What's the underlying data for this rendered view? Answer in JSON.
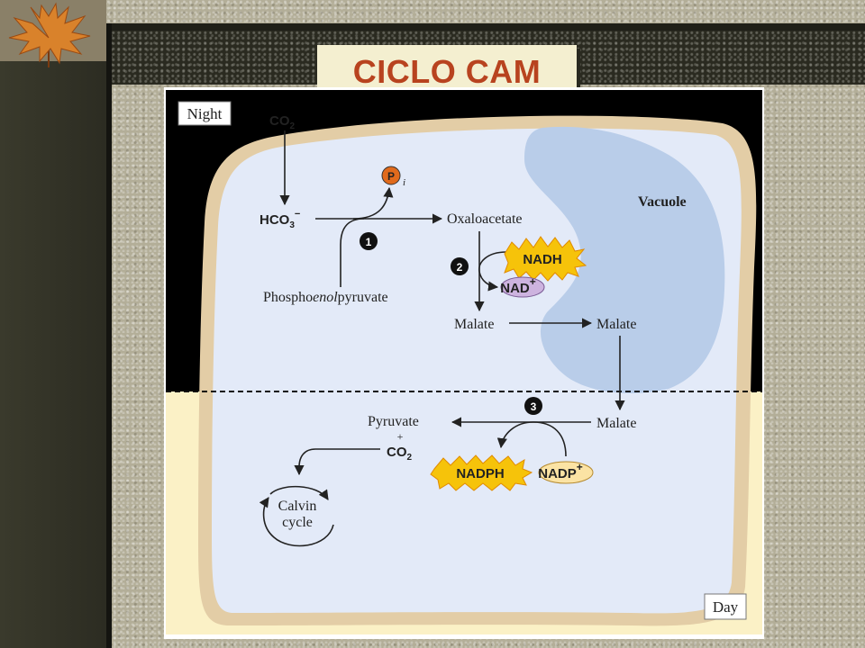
{
  "slide": {
    "title": "CICLO CAM"
  },
  "diagram": {
    "labels": {
      "night": "Night",
      "day": "Day",
      "vacuole": "Vacuole",
      "co2_top": "CO",
      "co2_top_sub": "2",
      "hco3": "HCO",
      "hco3_sub": "3",
      "hco3_sup": "−",
      "pi_p": "P",
      "pi_i": "i",
      "pep_a": "Phospho",
      "pep_b": "enol",
      "pep_c": "pyruvate",
      "oxaloacetate": "Oxaloacetate",
      "nadh": "NADH",
      "nad": "NAD",
      "nad_sup": "+",
      "malate_cyto": "Malate",
      "malate_vac": "Malate",
      "malate_day": "Malate",
      "pyruvate": "Pyruvate",
      "plus": "+",
      "co2_day": "CO",
      "co2_day_sub": "2",
      "nadph": "NADPH",
      "nadp": "NADP",
      "nadp_sup": "+",
      "calvin_1": "Calvin",
      "calvin_2": "cycle"
    },
    "steps": [
      "1",
      "2",
      "3"
    ],
    "colors": {
      "night_bg": "#000000",
      "day_bg": "#fbf1c6",
      "cell_wall": "#e3cda6",
      "cytoplasm": "#e3eaf8",
      "vacuole": "#b9cde9",
      "burst": "#f6c30a",
      "nad_oval": "#cdb3df",
      "pi_circle": "#e06a1c",
      "title_text": "#b8431f"
    }
  }
}
